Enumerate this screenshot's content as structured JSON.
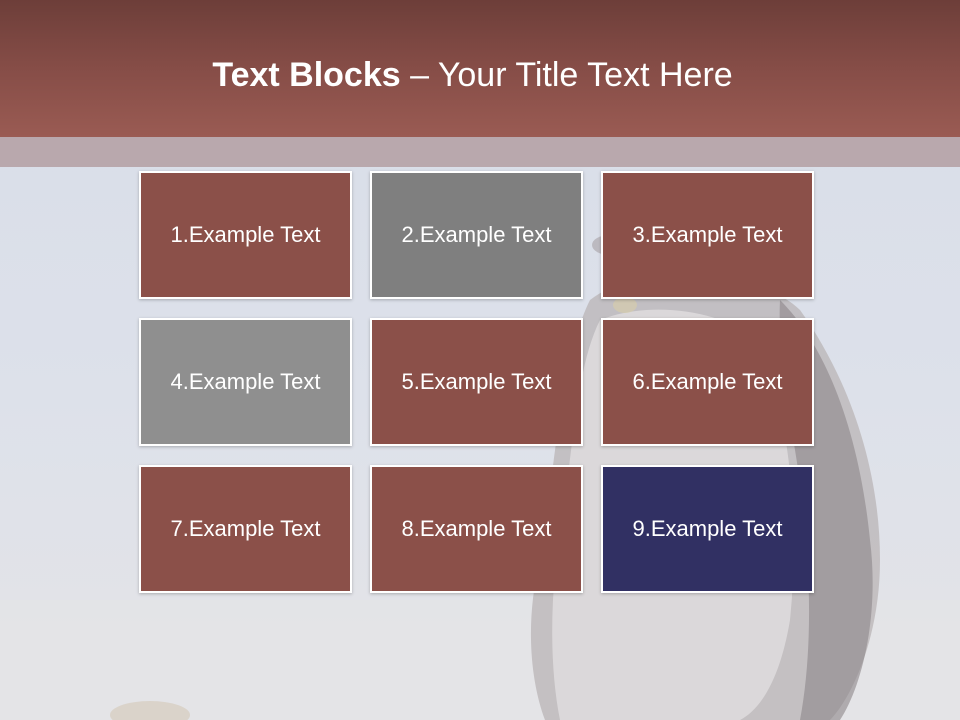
{
  "header": {
    "title_bold": "Text Blocks",
    "title_dash": " – ",
    "title_rest": "Your Title Text Here"
  },
  "colors": {
    "brand": "#8b5049",
    "gray": "#808080",
    "light_gray": "#8f8f8f",
    "navy": "#313063"
  },
  "blocks": [
    {
      "label": "1.Example Text",
      "color": "#8b5049"
    },
    {
      "label": "2.Example Text",
      "color": "#7f7f7f"
    },
    {
      "label": "3.Example Text",
      "color": "#8b5049"
    },
    {
      "label": "4.Example Text",
      "color": "#8f8f8f"
    },
    {
      "label": "5.Example Text",
      "color": "#8b5049"
    },
    {
      "label": "6.Example Text",
      "color": "#8b5049"
    },
    {
      "label": "7.Example Text",
      "color": "#8b5049"
    },
    {
      "label": "8.Example Text",
      "color": "#8b5049"
    },
    {
      "label": "9.Example Text",
      "color": "#313063"
    }
  ]
}
